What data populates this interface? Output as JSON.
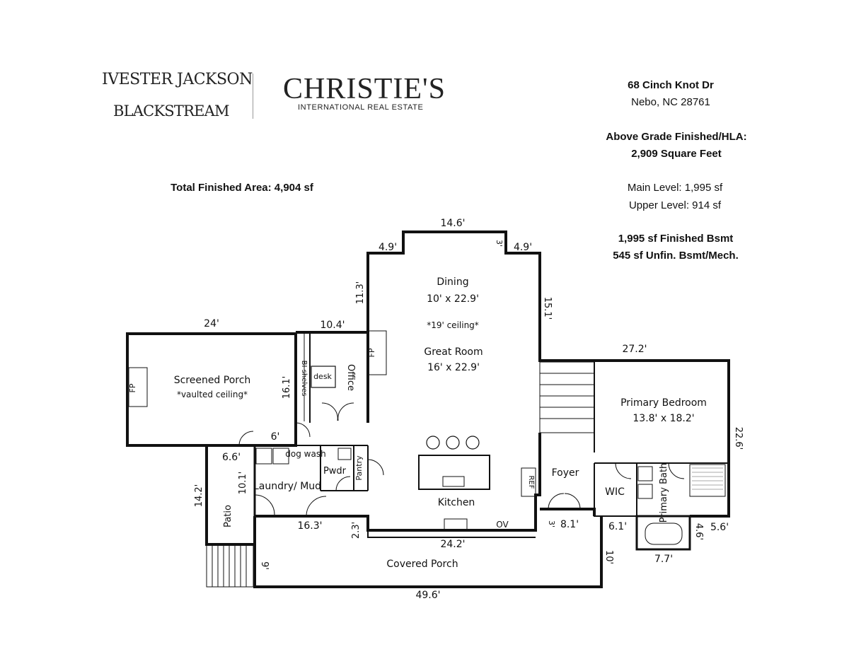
{
  "logos": {
    "ivester_line1": "IVESTER JACKSON",
    "ivester_line2": "BLACKSTREAM",
    "christies_main": "CHRISTIE'S",
    "christies_sub": "INTERNATIONAL REAL ESTATE"
  },
  "address": {
    "street": "68 Cinch Knot Dr",
    "city": "Nebo, NC 28761"
  },
  "above_grade": {
    "line1": "Above Grade Finished/HLA:",
    "line2": "2,909 Square Feet"
  },
  "levels": {
    "main": "Main Level: 1,995 sf",
    "upper": "Upper Level: 914 sf"
  },
  "basement": {
    "finished": "1,995 sf Finished Bsmt",
    "unfinished": "545 sf Unfin. Bsmt/Mech."
  },
  "total_finished": "Total Finished Area: 4,904 sf",
  "rooms": {
    "dining_name": "Dining",
    "dining_dim": "10' x 22.9'",
    "ceiling_note": "*19' ceiling*",
    "great_room_name": "Great Room",
    "great_room_dim": "16' x 22.9'",
    "screened_porch_name": "Screened Porch",
    "screened_porch_note": "*vaulted ceiling*",
    "office": "Office",
    "desk": "desk",
    "bi_shelves": "BI shelves",
    "fp": "FP",
    "primary_bedroom_name": "Primary Bedroom",
    "primary_bedroom_dim": "13.8' x 18.2'",
    "dog_wash": "dog wash",
    "pwdr": "Pwdr",
    "pantry": "Pantry",
    "laundry": "Laundry/ Mud",
    "kitchen": "Kitchen",
    "ref": "REF",
    "ov": "OV",
    "foyer": "Foyer",
    "wic": "WIC",
    "primary_bath": "Primary Bath",
    "patio": "Patio",
    "covered_porch": "Covered Porch"
  },
  "dimensions": {
    "d14_6": "14.6'",
    "d4_9_left": "4.9'",
    "d3_top": "3'",
    "d4_9_right": "4.9'",
    "d11_3": "11.3'",
    "d15_1": "15.1'",
    "d24": "24'",
    "d10_4": "10.4'",
    "d27_2": "27.2'",
    "d16_1": "16.1'",
    "d22_6": "22.6'",
    "d6": "6'",
    "d6_6": "6.6'",
    "d10_1": "10.1'",
    "d14_2": "14.2'",
    "d16_3": "16.3'",
    "d2_3": "2.3'",
    "d24_2": "24.2'",
    "d3_bottom": "3'",
    "d8_1": "8.1'",
    "d6_1": "6.1'",
    "d4_6": "4.6'",
    "d5_6": "5.6'",
    "d7_7": "7.7'",
    "d9": "9'",
    "d10": "10'",
    "d49_6": "49.6'"
  }
}
